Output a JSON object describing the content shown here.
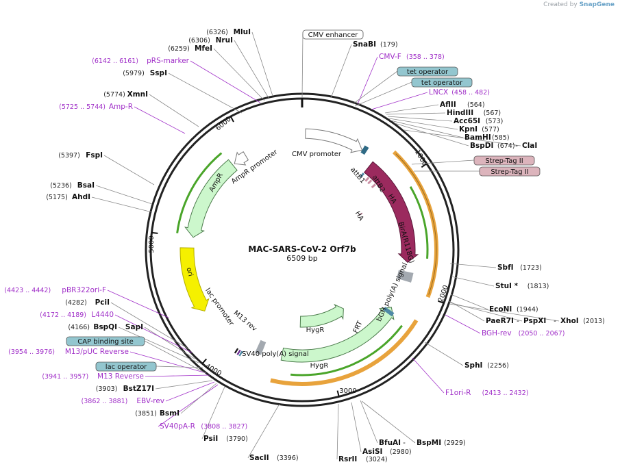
{
  "watermark": {
    "prefix": "Created by",
    "brand": "SnapGene"
  },
  "plasmid": {
    "name": "MAC-SARS-CoV-2 Orf7b",
    "length_label": "6509 bp",
    "length": 6509
  },
  "ticks": [
    {
      "label": "1000",
      "pos": 1000
    },
    {
      "label": "2000",
      "pos": 2000
    },
    {
      "label": "3000",
      "pos": 3000
    },
    {
      "label": "4000",
      "pos": 4000
    },
    {
      "label": "5000",
      "pos": 5000
    },
    {
      "label": "6000",
      "pos": 6000
    }
  ],
  "sites": [
    {
      "name": "MluI",
      "coord": "(6326)"
    },
    {
      "name": "NruI",
      "coord": "(6306)"
    },
    {
      "name": "MfeI",
      "coord": "(6259)"
    },
    {
      "name": "pRS-marker",
      "coord": "(6142 .. 6161)",
      "primer": true
    },
    {
      "name": "SspI",
      "coord": "(5979)"
    },
    {
      "name": "XmnI",
      "coord": "(5774)"
    },
    {
      "name": "Amp-R",
      "coord": "(5725 .. 5744)",
      "primer": true
    },
    {
      "name": "FspI",
      "coord": "(5397)"
    },
    {
      "name": "BsaI",
      "coord": "(5236)"
    },
    {
      "name": "AhdI",
      "coord": "(5175)"
    },
    {
      "name": "SnaBI",
      "coord": "(179)"
    },
    {
      "name": "CMV-F",
      "coord": "(358 .. 378)",
      "primer": true
    },
    {
      "name": "LNCX",
      "coord": "(458 .. 482)",
      "primer": true
    },
    {
      "name": "AflII",
      "coord": "(564)"
    },
    {
      "name": "HindIII",
      "coord": "(567)"
    },
    {
      "name": "Acc65I",
      "coord": "(573)"
    },
    {
      "name": "KpnI",
      "coord": "(577)"
    },
    {
      "name": "BamHI",
      "coord": "(585)"
    },
    {
      "name": "BspDI",
      "coord": "(674)"
    },
    {
      "name": "ClaI",
      "coord": ""
    },
    {
      "name": "SbfI",
      "coord": "(1723)"
    },
    {
      "name": "StuI *",
      "coord": "(1813)"
    },
    {
      "name": "EcoNI",
      "coord": "(1944)"
    },
    {
      "name": "PaeR7I",
      "coord": ""
    },
    {
      "name": "PspXI",
      "coord": ""
    },
    {
      "name": "XhoI",
      "coord": "(2013)"
    },
    {
      "name": "BGH-rev",
      "coord": "(2050 .. 2067)",
      "primer": true
    },
    {
      "name": "SphI",
      "coord": "(2256)"
    },
    {
      "name": "F1ori-R",
      "coord": "(2413 .. 2432)",
      "primer": true
    },
    {
      "name": "BfuAI",
      "coord": ""
    },
    {
      "name": "BspMI",
      "coord": "(2929)"
    },
    {
      "name": "AsiSI",
      "coord": "(2980)"
    },
    {
      "name": "RsrII",
      "coord": "(3024)"
    },
    {
      "name": "SacII",
      "coord": "(3396)"
    },
    {
      "name": "PsiI",
      "coord": "(3790)"
    },
    {
      "name": "SV40pA-R",
      "coord": "(3808 .. 3827)",
      "primer": true
    },
    {
      "name": "BsmI",
      "coord": "(3851)"
    },
    {
      "name": "EBV-rev",
      "coord": "(3862 .. 3881)",
      "primer": true
    },
    {
      "name": "BstZ17I",
      "coord": "(3903)"
    },
    {
      "name": "M13 Reverse",
      "coord": "(3941 .. 3957)",
      "primer": true
    },
    {
      "name": "M13/pUC Reverse",
      "coord": "(3954 .. 3976)",
      "primer": true
    },
    {
      "name": "BspQI",
      "coord": "(4166)"
    },
    {
      "name": "SapI",
      "coord": ""
    },
    {
      "name": "L4440",
      "coord": "(4172 .. 4189)",
      "primer": true
    },
    {
      "name": "PciI",
      "coord": "(4282)"
    },
    {
      "name": "pBR322ori-F",
      "coord": "(4423 .. 4442)",
      "primer": true
    }
  ],
  "boxed_labels": [
    {
      "name": "CMV enhancer",
      "kind": "plain"
    },
    {
      "name": "tet operator",
      "kind": "teal"
    },
    {
      "name": "tet operator",
      "kind": "teal"
    },
    {
      "name": "Strep-Tag II",
      "kind": "pink"
    },
    {
      "name": "Strep-Tag II",
      "kind": "pink"
    },
    {
      "name": "CAP binding site",
      "kind": "teal"
    },
    {
      "name": "lac operator",
      "kind": "teal"
    }
  ],
  "features": [
    {
      "name": "CMV promoter"
    },
    {
      "name": "attB1"
    },
    {
      "name": "attB2"
    },
    {
      "name": "HA"
    },
    {
      "name": "HA"
    },
    {
      "name": "BirA(R118G)"
    },
    {
      "name": "bGH poly(A) signal"
    },
    {
      "name": "FRT"
    },
    {
      "name": "HygR"
    },
    {
      "name": "HygR"
    },
    {
      "name": "SV40 poly(A) signal"
    },
    {
      "name": "M13 rev"
    },
    {
      "name": "lac promoter"
    },
    {
      "name": "ori"
    },
    {
      "name": "AmpR"
    },
    {
      "name": "AmpR promoter"
    }
  ],
  "colors": {
    "primer": "#a02fc8",
    "teal_box": "#93c6cf",
    "pink_box": "#dcb4bc",
    "birA": "#9b2a5e",
    "ori": "#f5f000",
    "ampR": "#ccf7cc",
    "hygR": "#ccf7cc",
    "orange_orf": "#e8a33c",
    "green_orf": "#4aa52a",
    "gray_polyA": "#a3a9b0",
    "tag": "#c98fa3",
    "attb": "#4f8aa6"
  }
}
